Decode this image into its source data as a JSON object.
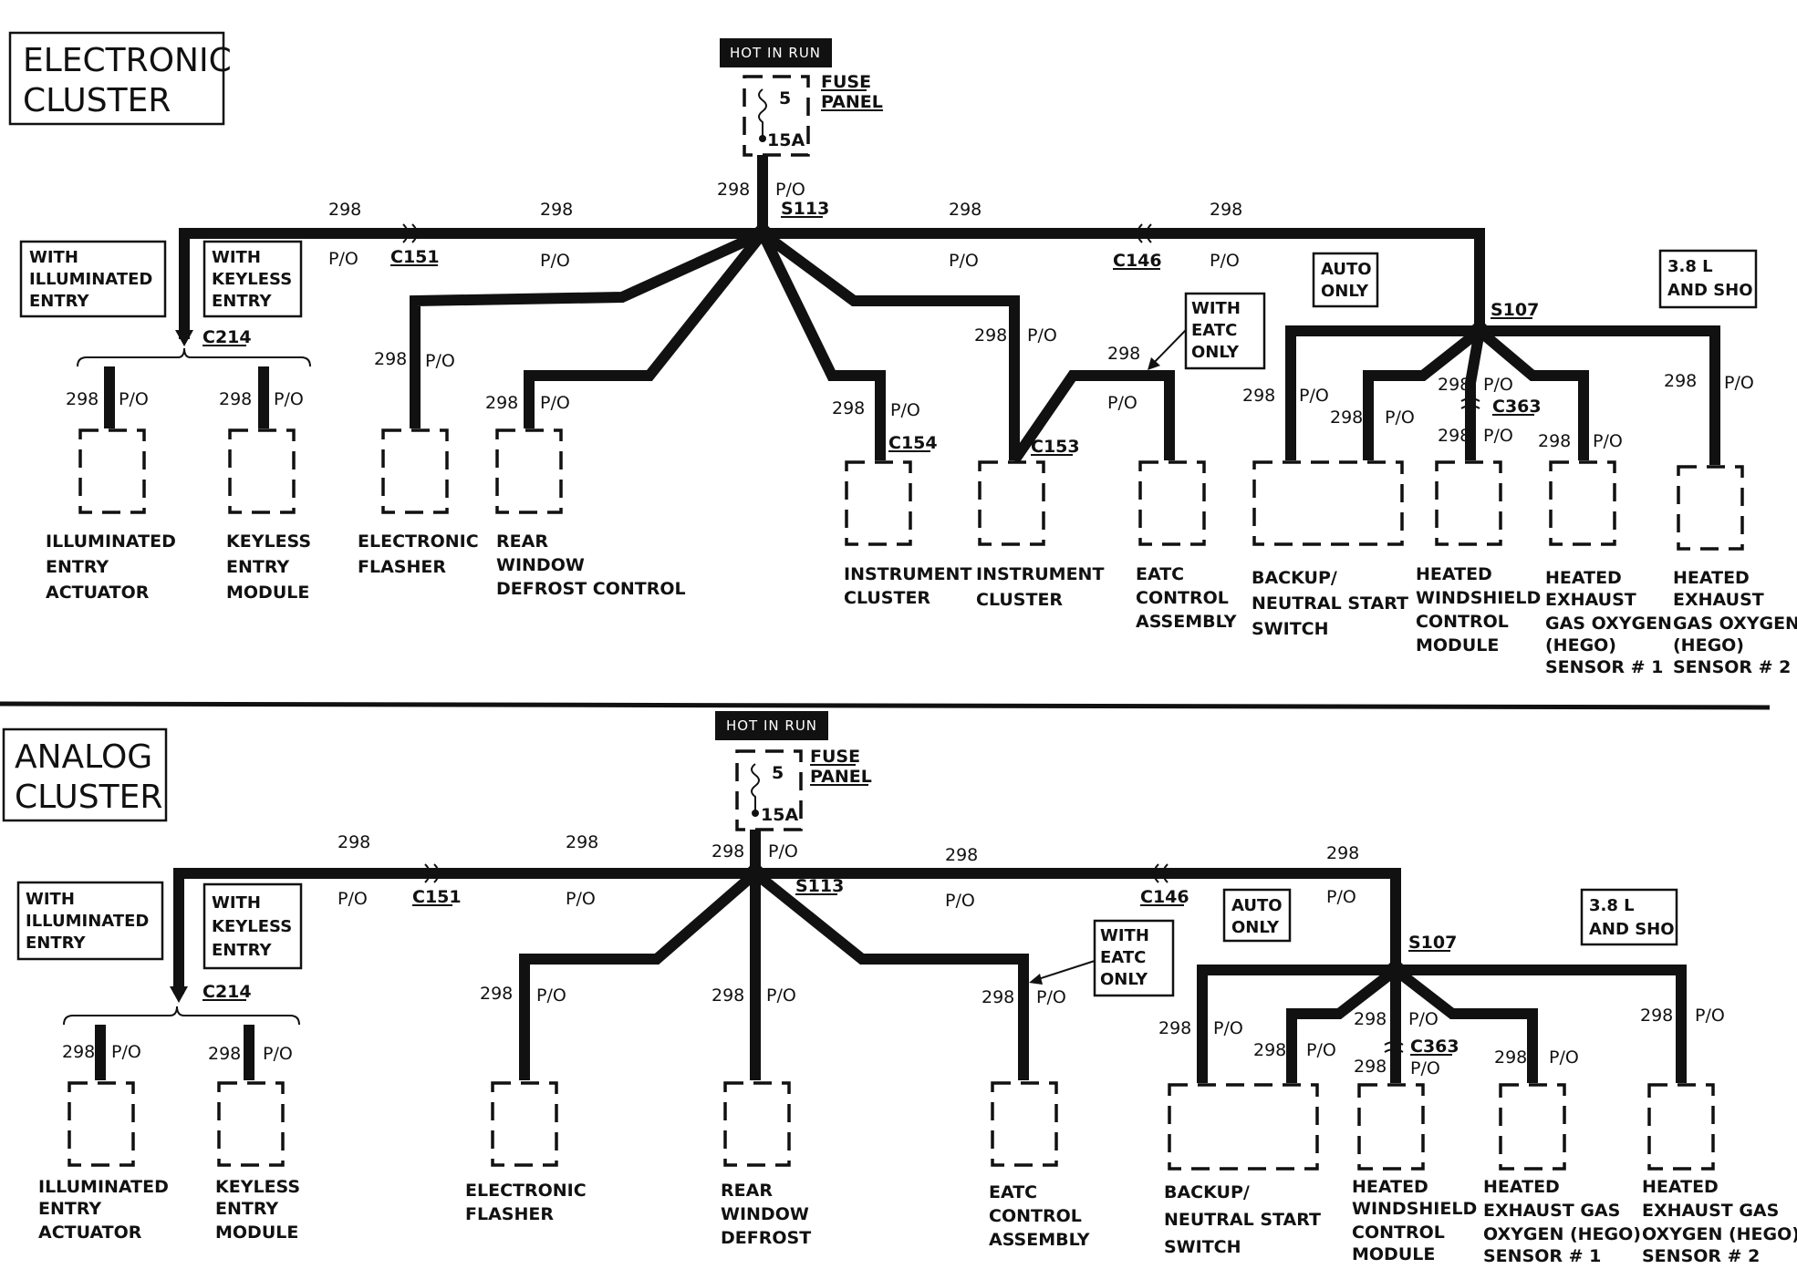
{
  "electronic": {
    "title_line1": "ELECTRONIC",
    "title_line2": "CLUSTER",
    "hot_in_run": "HOT IN RUN",
    "fuse_number": "5",
    "fuse_rating": "15A",
    "fuse_panel_1": "FUSE",
    "fuse_panel_2": "PANEL",
    "wire_number": "298",
    "wire_color": "P/O",
    "splice_s113": "S113",
    "splice_s107": "S107",
    "conn_c151": "C151",
    "conn_c146": "C146",
    "conn_c214": "C214",
    "conn_c154": "C154",
    "conn_c153": "C153",
    "conn_c363": "C363",
    "note_illum": [
      "WITH",
      "ILLUMINATED",
      "ENTRY"
    ],
    "note_keyless": [
      "WITH",
      "KEYLESS",
      "ENTRY"
    ],
    "note_auto": [
      "AUTO",
      "ONLY"
    ],
    "note_eatc": [
      "WITH",
      "EATC",
      "ONLY"
    ],
    "note_38": [
      "3.8 L",
      "AND SHO"
    ],
    "components": {
      "illum_actuator": [
        "ILLUMINATED",
        "ENTRY",
        "ACTUATOR"
      ],
      "keyless_module": [
        "KEYLESS",
        "ENTRY",
        "MODULE"
      ],
      "flasher": [
        "ELECTRONIC",
        "FLASHER"
      ],
      "rear_defrost": [
        "REAR",
        "WINDOW",
        "DEFROST CONTROL"
      ],
      "cluster_a": [
        "INSTRUMENT",
        "CLUSTER"
      ],
      "cluster_b": [
        "INSTRUMENT",
        "CLUSTER"
      ],
      "eatc": [
        "EATC",
        "CONTROL",
        "ASSEMBLY"
      ],
      "backup": [
        "BACKUP/",
        "NEUTRAL START",
        "SWITCH"
      ],
      "windshield": [
        "HEATED",
        "WINDSHIELD",
        "CONTROL",
        "MODULE"
      ],
      "hego1": [
        "HEATED",
        "EXHAUST",
        "GAS OXYGEN",
        "(HEGO)",
        "SENSOR # 1"
      ],
      "hego2": [
        "HEATED",
        "EXHAUST",
        "GAS OXYGEN",
        "(HEGO)",
        "SENSOR # 2"
      ]
    }
  },
  "analog": {
    "title_line1": "ANALOG",
    "title_line2": "CLUSTER",
    "hot_in_run": "HOT IN RUN",
    "fuse_number": "5",
    "fuse_rating": "15A",
    "fuse_panel_1": "FUSE",
    "fuse_panel_2": "PANEL",
    "wire_number": "298",
    "wire_color": "P/O",
    "splice_s113": "S113",
    "splice_s107": "S107",
    "conn_c151": "C151",
    "conn_c146": "C146",
    "conn_c214": "C214",
    "conn_c363": "C363",
    "note_illum": [
      "WITH",
      "ILLUMINATED",
      "ENTRY"
    ],
    "note_keyless": [
      "WITH",
      "KEYLESS",
      "ENTRY"
    ],
    "note_auto": [
      "AUTO",
      "ONLY"
    ],
    "note_eatc": [
      "WITH",
      "EATC",
      "ONLY"
    ],
    "note_38": [
      "3.8 L",
      "AND SHO"
    ],
    "components": {
      "illum_actuator": [
        "ILLUMINATED",
        "ENTRY",
        "ACTUATOR"
      ],
      "keyless_module": [
        "KEYLESS",
        "ENTRY",
        "MODULE"
      ],
      "flasher": [
        "ELECTRONIC",
        "FLASHER"
      ],
      "rear_defrost": [
        "REAR",
        "WINDOW",
        "DEFROST"
      ],
      "eatc": [
        "EATC",
        "CONTROL",
        "ASSEMBLY"
      ],
      "backup": [
        "BACKUP/",
        "NEUTRAL START",
        "SWITCH"
      ],
      "windshield": [
        "HEATED",
        "WINDSHIELD",
        "CONTROL",
        "MODULE"
      ],
      "hego1": [
        "HEATED",
        "EXHAUST GAS",
        "OXYGEN (HEGO)",
        "SENSOR # 1"
      ],
      "hego2": [
        "HEATED",
        "EXHAUST GAS",
        "OXYGEN (HEGO)",
        "SENSOR # 2"
      ]
    }
  }
}
